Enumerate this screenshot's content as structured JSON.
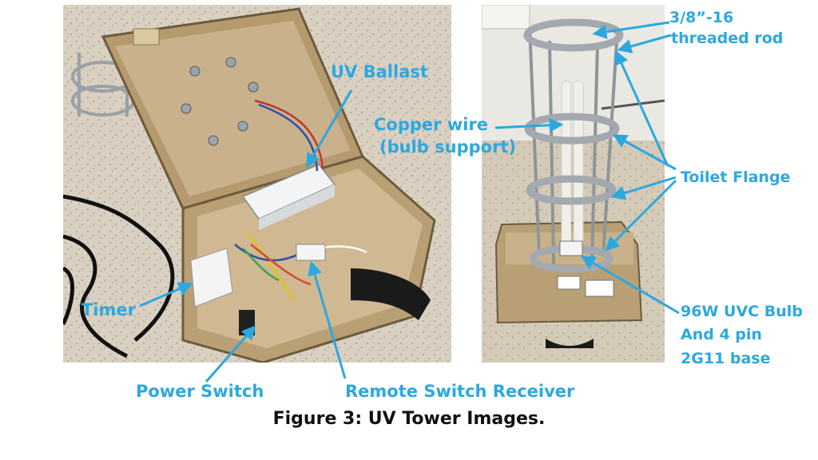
{
  "labels": {
    "uv_ballast": "UV Ballast",
    "copper_wire_line1": "Copper wire",
    "copper_wire_line2": "(bulb support)",
    "threaded_rod_line1": "3/8”-16",
    "threaded_rod_line2": "threaded rod",
    "toilet_flange": "Toilet Flange",
    "bulb_line1": "96W UVC Bulb",
    "bulb_line2": "And  4 pin",
    "bulb_line3": "2G11 base",
    "timer": "Timer",
    "power_switch": "Power Switch",
    "remote_switch_receiver": "Remote Switch Receiver"
  },
  "caption": "Figure 3: UV Tower Images.",
  "colors": {
    "label_blue": "#2ca8e0",
    "case_tan": "#c4ad86",
    "floor": "#d8cfc0"
  }
}
